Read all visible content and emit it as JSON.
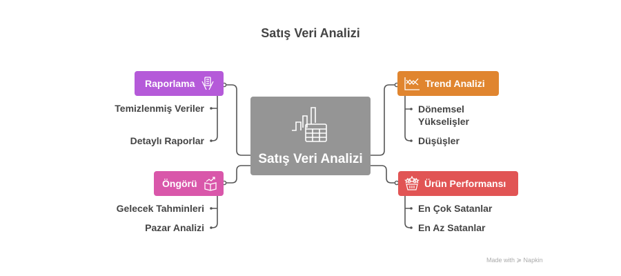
{
  "title": "Satış Veri Analizi",
  "center": {
    "label": "Satış Veri Analizi",
    "icon": "chart-table-icon",
    "color": "#959595"
  },
  "branches": [
    {
      "id": "raporlama",
      "label": "Raporlama",
      "icon": "report-hands-icon",
      "color": "#b55ad9",
      "items": [
        "Temizlenmiş Veriler",
        "Detaylı Raporlar"
      ]
    },
    {
      "id": "ongoru",
      "label": "Öngörü",
      "icon": "box-growth-icon",
      "color": "#d957aa",
      "items": [
        "Gelecek Tahminleri",
        "Pazar Analizi"
      ]
    },
    {
      "id": "trend",
      "label": "Trend Analizi",
      "icon": "line-chart-icon",
      "color": "#e0852f",
      "items": [
        "Dönemsel Yükselişler",
        "Düşüşler"
      ]
    },
    {
      "id": "urun",
      "label": "Ürün Performansı",
      "icon": "star-basket-icon",
      "color": "#e15454",
      "items": [
        "En Çok Satanlar",
        "En Az Satanlar"
      ]
    }
  ],
  "footer": "Made with ≽ Napkin"
}
